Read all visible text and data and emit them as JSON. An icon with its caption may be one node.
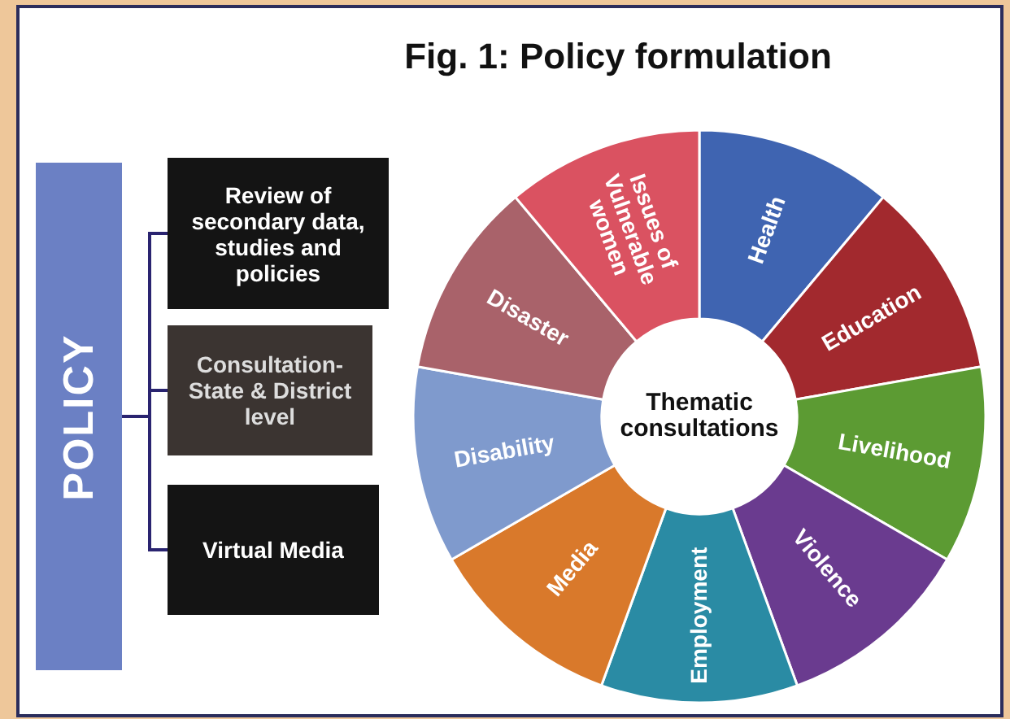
{
  "diagram": {
    "title": "Fig. 1: Policy formulation",
    "nodes": [
      {
        "text": [
          "POLICY"
        ]
      },
      {
        "text": [
          "Review of secondary data, studies and policies"
        ]
      },
      {
        "text": [
          "Consultation- State & District level"
        ]
      },
      {
        "text": [
          "Virtual Media"
        ]
      },
      {
        "text": [
          "Thematic consultations"
        ]
      },
      {
        "text": [
          "Health"
        ]
      },
      {
        "text": [
          "Education"
        ]
      },
      {
        "text": [
          "Livelihood"
        ]
      },
      {
        "text": [
          "Violence"
        ]
      },
      {
        "text": [
          "Employment"
        ]
      },
      {
        "text": [
          "Media"
        ]
      },
      {
        "text": [
          "Disability"
        ]
      },
      {
        "text": [
          "Disaster"
        ]
      },
      {
        "text": [
          "Issues of Vulnerable women"
        ]
      }
    ],
    "edges": [
      {
        "from": 0,
        "to": 1,
        "arrow": "none"
      },
      {
        "from": 0,
        "to": 2,
        "arrow": "none"
      },
      {
        "from": 0,
        "to": 3,
        "arrow": "none"
      }
    ]
  }
}
